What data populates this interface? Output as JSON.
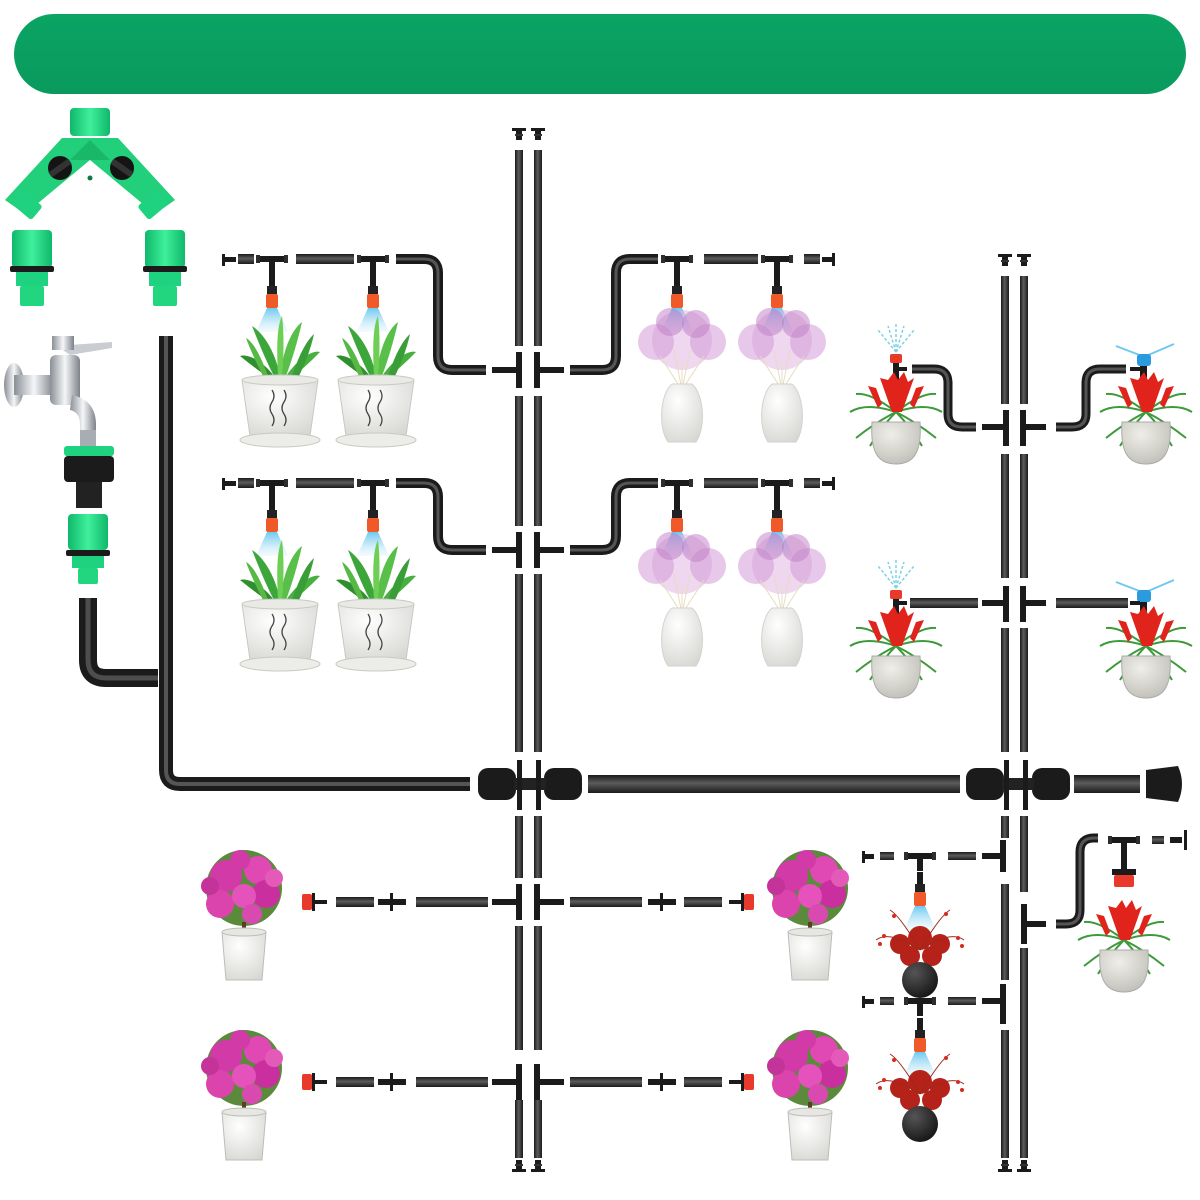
{
  "banner": {
    "title": "",
    "color": "#0b9f62"
  },
  "colors": {
    "pipe": "#2a2a2a",
    "pipe_highlight": "#5a5a5a",
    "connector_green": "#1fd27f",
    "connector_black": "#1b1b1b",
    "nozzle_orange": "#f05a28",
    "spray_blue": "#8fd3f2",
    "sprinkler_blue": "#2b9be0",
    "dripper_red": "#e8392a",
    "leaf_green": "#4caf3a",
    "pink_flower": "#d63fb0",
    "baby_breath": "#c87ac8",
    "red_flower": "#e0241c",
    "pot_white": "#f1f1ef",
    "pot_black": "#1e1e1e",
    "chrome": "#b9bdc2"
  },
  "components": {
    "source": [
      "y-splitter-valve",
      "quick-connector-left",
      "quick-connector-right",
      "faucet",
      "faucet-adapter",
      "hose-quick-connector"
    ],
    "main_line_fittings": [
      "main-tee-connector-1",
      "main-tee-connector-2",
      "end-plug"
    ],
    "branches": [
      {
        "name": "mist-nozzle-branch-1",
        "plant": "green-succulent",
        "count": 2
      },
      {
        "name": "mist-nozzle-branch-2",
        "plant": "green-succulent",
        "count": 2
      },
      {
        "name": "mist-nozzle-branch-3",
        "plant": "babys-breath",
        "count": 2
      },
      {
        "name": "mist-nozzle-branch-4",
        "plant": "babys-breath",
        "count": 2
      },
      {
        "name": "sprinkler-branch-1",
        "plant": "bromeliad",
        "count": 2
      },
      {
        "name": "sprinkler-branch-2",
        "plant": "bromeliad",
        "count": 2
      },
      {
        "name": "dripper-branch-1",
        "plant": "bougainvillea",
        "count": 2
      },
      {
        "name": "dripper-branch-2",
        "plant": "bougainvillea",
        "count": 2
      },
      {
        "name": "mist-nozzle-branch-5",
        "plant": "red-bouquet",
        "count": 1
      },
      {
        "name": "mist-nozzle-branch-6",
        "plant": "red-bouquet",
        "count": 1
      },
      {
        "name": "dripper-branch-3",
        "plant": "bromeliad",
        "count": 1
      }
    ]
  }
}
